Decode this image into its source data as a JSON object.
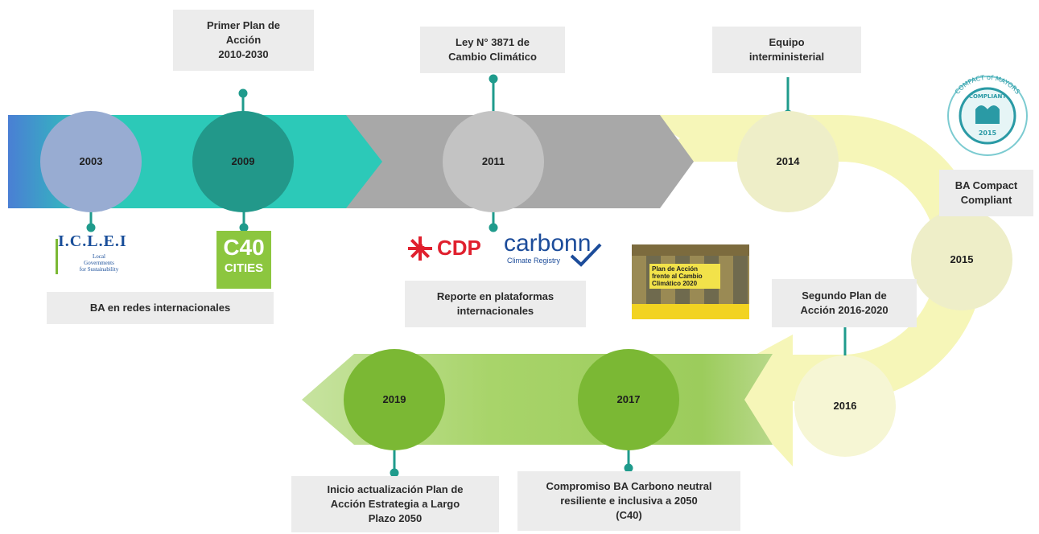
{
  "years": {
    "y2003": "2003",
    "y2009": "2009",
    "y2011": "2011",
    "y2014": "2014",
    "y2015": "2015",
    "y2016": "2016",
    "y2017": "2017",
    "y2019": "2019"
  },
  "events": {
    "plan_2009": "Primer Plan de\nAcción\n2010-2030",
    "ley_2011": "Ley N° 3871 de\nCambio Climático",
    "equipo_2014": "Equipo\ninterministerial",
    "compact_2015": "BA Compact\nCompliant",
    "redes": "BA en redes internacionales",
    "reporte": "Reporte en plataformas\ninternacionales",
    "segundo_plan": "Segundo Plan de\nAcción 2016-2020",
    "compromiso_2017": "Compromiso BA Carbono neutral\nresiliente e inclusiva a 2050\n(C40)",
    "inicio_2019": "Inicio actualización Plan de\nAcción Estrategia a Largo\nPlazo 2050"
  },
  "logos": {
    "iclei": "I.C.L.E.I",
    "iclei_sub": "Local\nGovernments\nfor Sustainability",
    "c40_top": "C40",
    "c40_bottom": "CITIES",
    "cdp": "CDP",
    "carbonn": "carbonn",
    "carbonn_sub": "Climate Registry",
    "plan_cover": "Plan de Acción\nfrente al Cambio\nClimático 2020",
    "compact_arc": "COMPACT of MAYORS",
    "compact_word": "COMPLIANT",
    "compact_year": "2015"
  },
  "colors": {
    "blue": "#4a7fd4",
    "teal": "#2cc9b8",
    "dark_teal": "#22988a",
    "gray": "#a8a8a8",
    "yellow": "#f6f6b8",
    "green": "#a8d46a",
    "dark_green": "#7bb834",
    "connector": "#1f9b8c"
  }
}
